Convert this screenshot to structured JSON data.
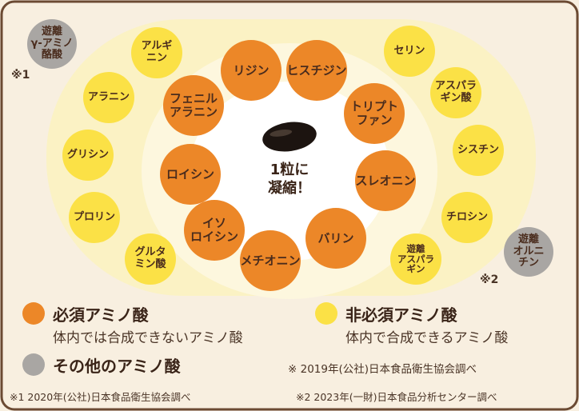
{
  "center": {
    "label": "1粒に\n凝縮！"
  },
  "essential": [
    {
      "label": "リジン"
    },
    {
      "label": "ヒスチジン"
    },
    {
      "label": "トリプト\nファン"
    },
    {
      "label": "スレオニン"
    },
    {
      "label": "バリン"
    },
    {
      "label": "メチオニン"
    },
    {
      "label": "イソ\nロイシン"
    },
    {
      "label": "ロイシン"
    },
    {
      "label": "フェニル\nアラニン"
    }
  ],
  "nonessential": [
    {
      "label": "アルギ\nニン"
    },
    {
      "label": "アラニン"
    },
    {
      "label": "グリシン"
    },
    {
      "label": "プロリン"
    },
    {
      "label": "グルタ\nミン酸"
    },
    {
      "label": "セリン"
    },
    {
      "label": "アスパラ\nギン酸"
    },
    {
      "label": "シスチン"
    },
    {
      "label": "チロシン"
    },
    {
      "label": "遊離\nアスパラ\nギン"
    }
  ],
  "other": [
    {
      "label": "遊離\nγ-アミノ\n酪酸"
    },
    {
      "label": "遊離\nオルニ\nチン"
    }
  ],
  "notes": {
    "mark1": "※1",
    "mark2": "※2"
  },
  "legend": {
    "essential_title": "必須アミノ酸",
    "essential_desc": "体内では合成できないアミノ酸",
    "nonessential_title": "非必須アミノ酸",
    "nonessential_desc": "体内で合成できるアミノ酸",
    "other_title": "その他のアミノ酸",
    "source_note": "※ 2019年(公社)日本食品衛生協会調べ"
  },
  "footnotes": {
    "note1": "※1 2020年(公社)日本食品衛生協会調べ",
    "note2": "※2 2023年(一財)日本食品分析センター調べ"
  },
  "colors": {
    "essential": "#ec8728",
    "nonessential": "#fbe146",
    "other": "#a9a6a3",
    "background": "#f8efe0",
    "outer_ring": "#fbf2c4",
    "inner_ring": "#fdf7de",
    "capsule": "#1c1410",
    "text": "#4a3426"
  },
  "icons": {
    "capsule": "black-softgel-capsule-icon"
  }
}
